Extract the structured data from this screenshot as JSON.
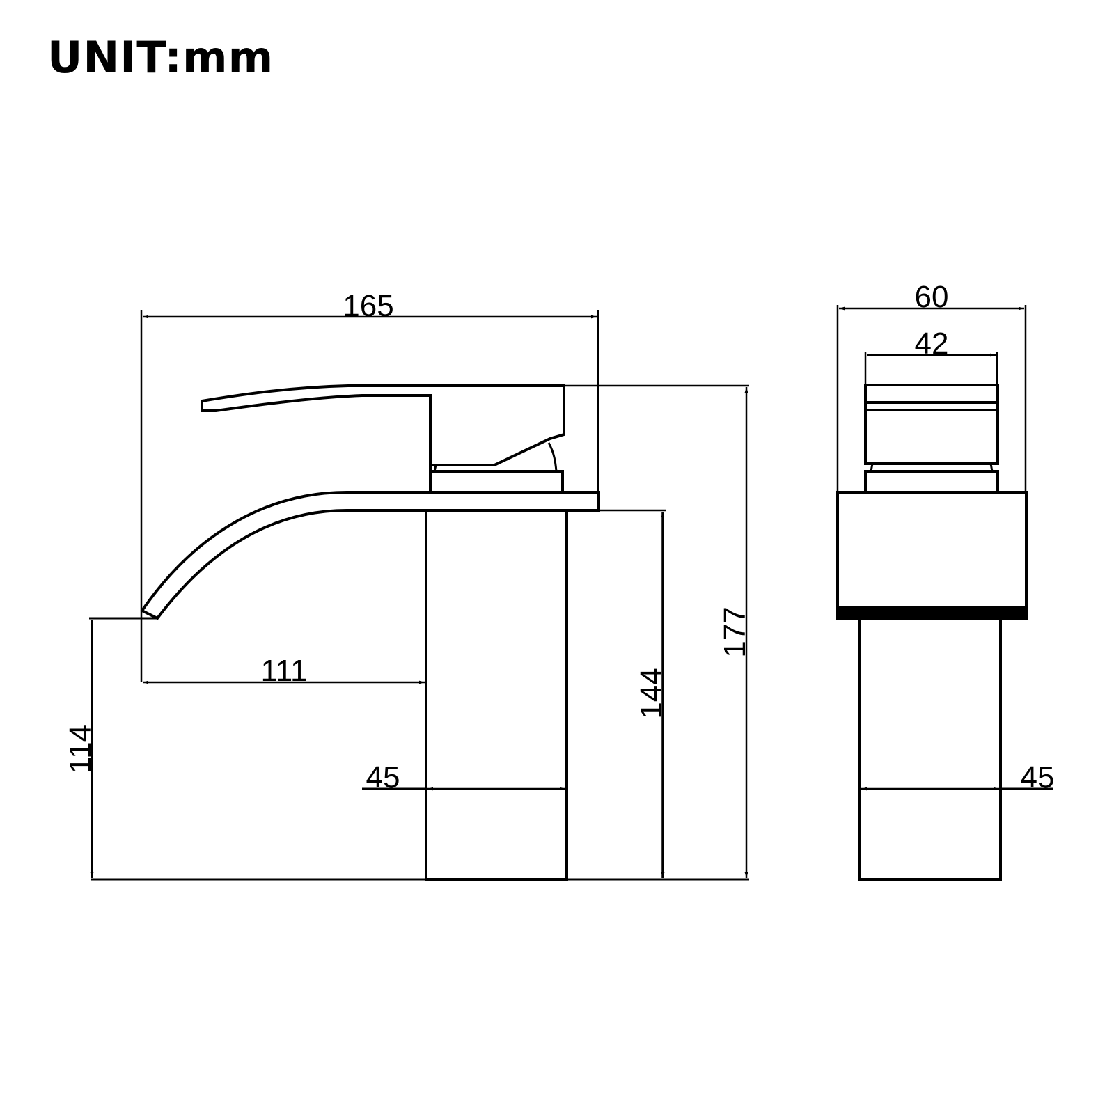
{
  "title": "UNIT:mm",
  "colors": {
    "line": "#000000",
    "background": "#ffffff"
  },
  "front_view": {
    "dimensions": {
      "overall_length": "165",
      "spout_reach": "111",
      "spout_outlet_height": "114",
      "body_height": "144",
      "overall_height": "177",
      "body_width": "45"
    }
  },
  "side_view": {
    "dimensions": {
      "base_width": "60",
      "handle_width": "42",
      "body_width": "45"
    }
  }
}
